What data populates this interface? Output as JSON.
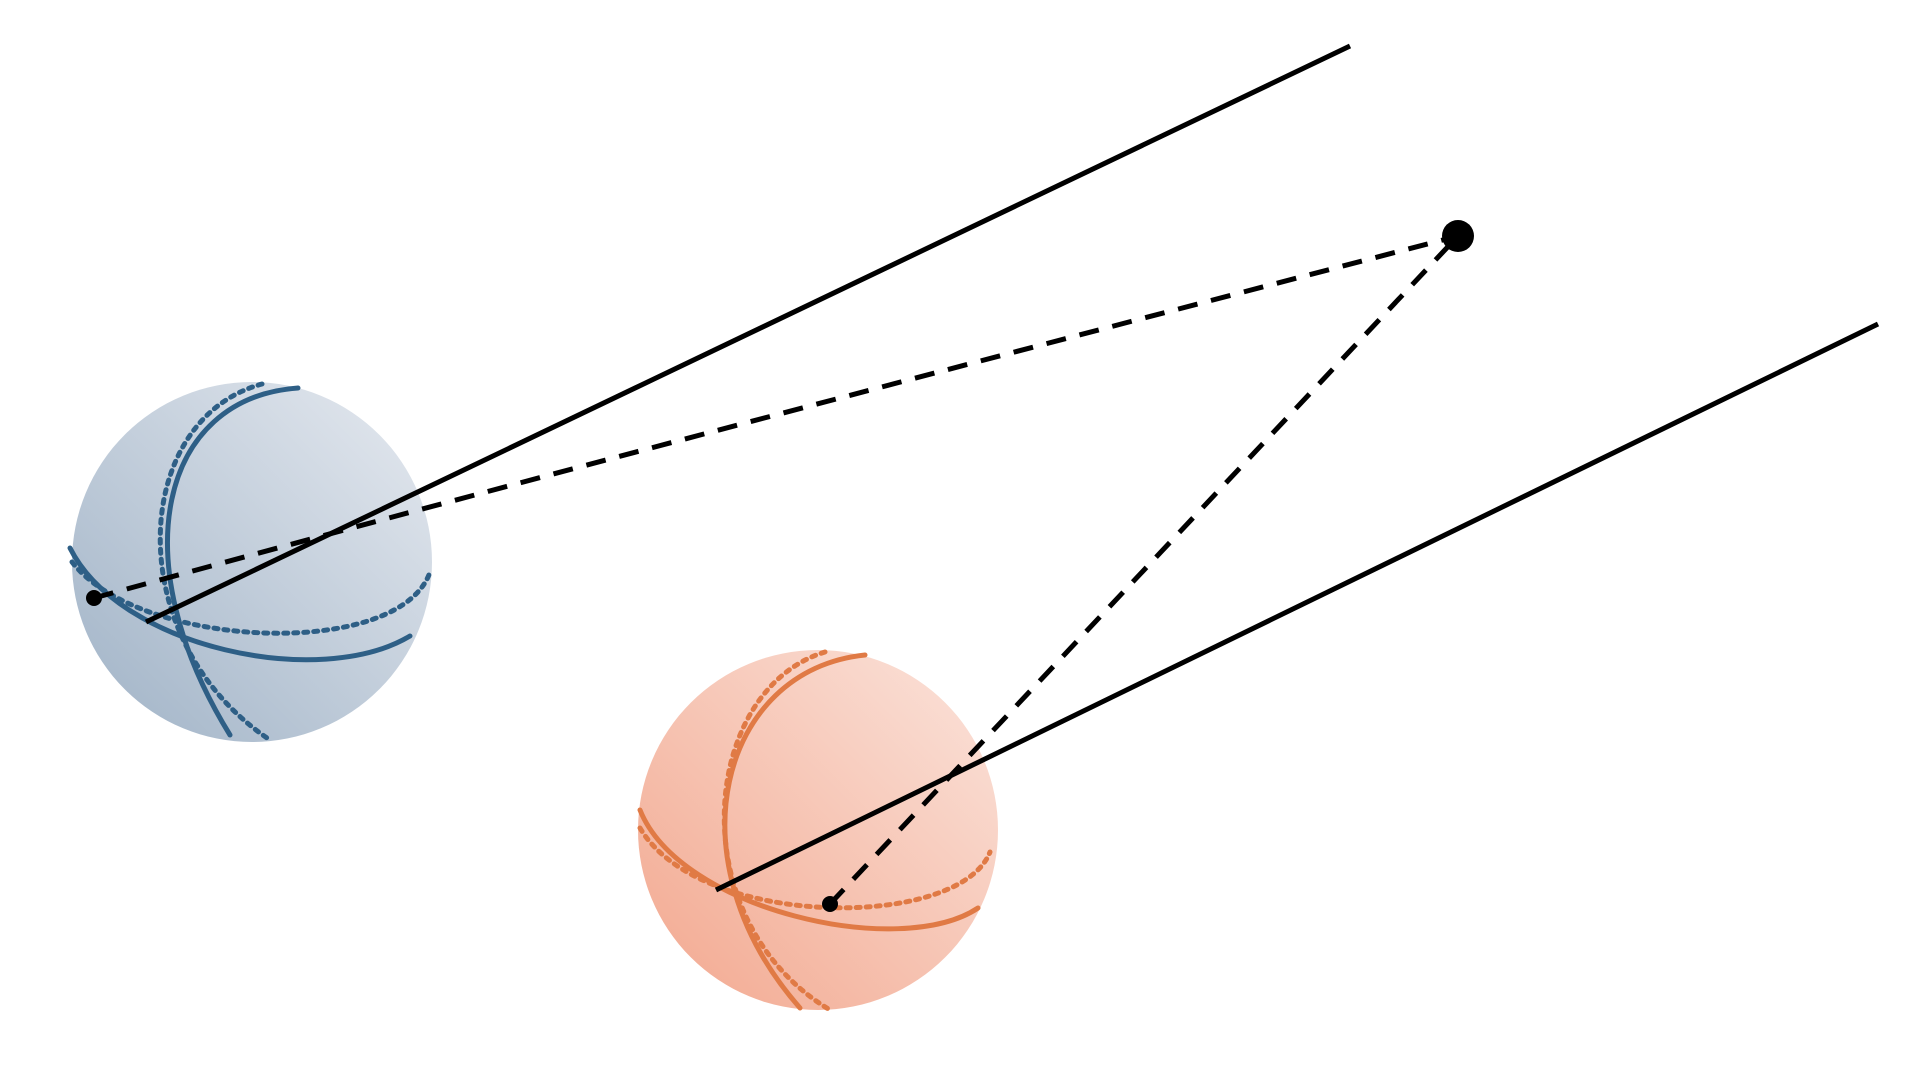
{
  "diagram": {
    "background": "#ffffff",
    "line_color": "#000000",
    "spheres": [
      {
        "id": "blue",
        "accent": "#2e5f86",
        "fill_dark": "#9fb2c6",
        "fill_light": "#e6eaf0"
      },
      {
        "id": "orange",
        "accent": "#e07a45",
        "fill_dark": "#f2a78e",
        "fill_light": "#fbe4dc"
      }
    ],
    "lines": [
      {
        "id": "blue-ray",
        "style": "solid"
      },
      {
        "id": "orange-ray",
        "style": "solid"
      },
      {
        "id": "blue-to-point",
        "style": "dashed"
      },
      {
        "id": "orange-to-point",
        "style": "dashed"
      }
    ],
    "points": [
      {
        "id": "target-point",
        "size": "large"
      },
      {
        "id": "blue-sphere-point",
        "size": "small"
      },
      {
        "id": "orange-sphere-point",
        "size": "small"
      }
    ]
  }
}
